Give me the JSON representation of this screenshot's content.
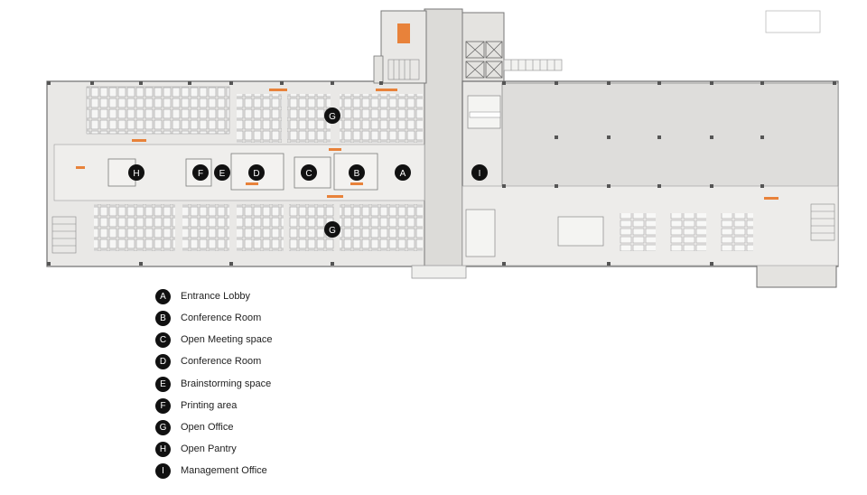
{
  "marker_color": "#111111",
  "accent_color": "#e8823a",
  "floor_color": "#e7e6e4",
  "markers": {
    "G_top": "G",
    "G_bottom": "G",
    "H": "H",
    "F": "F",
    "E": "E",
    "D": "D",
    "C": "C",
    "B": "B",
    "A": "A",
    "I": "I"
  },
  "legend": [
    {
      "letter": "A",
      "label": "Entrance Lobby"
    },
    {
      "letter": "B",
      "label": "Conference Room"
    },
    {
      "letter": "C",
      "label": "Open Meeting space"
    },
    {
      "letter": "D",
      "label": "Conference Room"
    },
    {
      "letter": "E",
      "label": "Brainstorming space"
    },
    {
      "letter": "F",
      "label": "Printing area"
    },
    {
      "letter": "G",
      "label": "Open Office"
    },
    {
      "letter": "H",
      "label": "Open Pantry"
    },
    {
      "letter": "I",
      "label": "Management Office"
    }
  ]
}
